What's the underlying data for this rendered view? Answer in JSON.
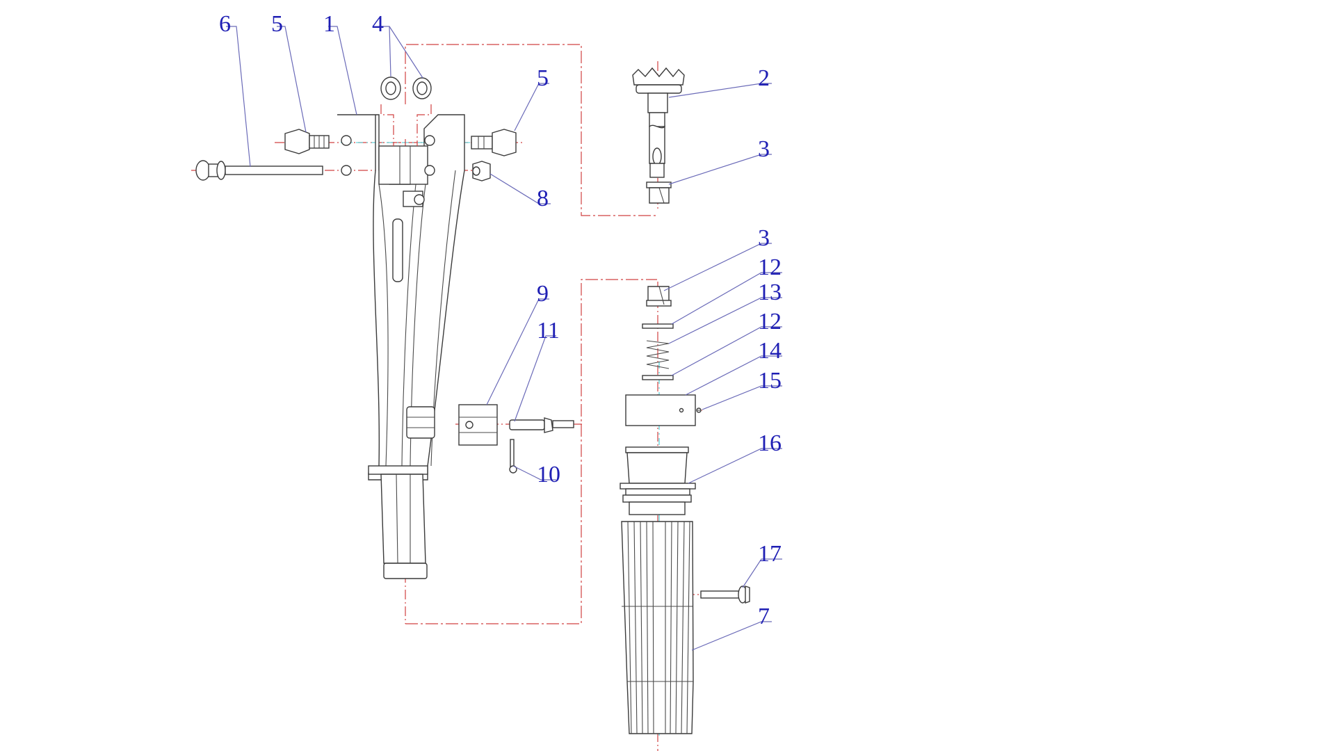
{
  "colors": {
    "callout": "#1f1fb4",
    "leader": "#6a6ab8",
    "centerline": "#d04040",
    "axis": "#40c8d0",
    "outline": "#3a3a3a"
  },
  "callouts": [
    {
      "id": "c6",
      "label": "6"
    },
    {
      "id": "c5a",
      "label": "5"
    },
    {
      "id": "c1",
      "label": "1"
    },
    {
      "id": "c4",
      "label": "4"
    },
    {
      "id": "c5b",
      "label": "5"
    },
    {
      "id": "c8",
      "label": "8"
    },
    {
      "id": "c2",
      "label": "2"
    },
    {
      "id": "c3a",
      "label": "3"
    },
    {
      "id": "c3b",
      "label": "3"
    },
    {
      "id": "c12a",
      "label": "12"
    },
    {
      "id": "c13",
      "label": "13"
    },
    {
      "id": "c12b",
      "label": "12"
    },
    {
      "id": "c14",
      "label": "14"
    },
    {
      "id": "c15",
      "label": "15"
    },
    {
      "id": "c16",
      "label": "16"
    },
    {
      "id": "c9",
      "label": "9"
    },
    {
      "id": "c11",
      "label": "11"
    },
    {
      "id": "c10",
      "label": "10"
    },
    {
      "id": "c17",
      "label": "17"
    },
    {
      "id": "c7",
      "label": "7"
    }
  ]
}
